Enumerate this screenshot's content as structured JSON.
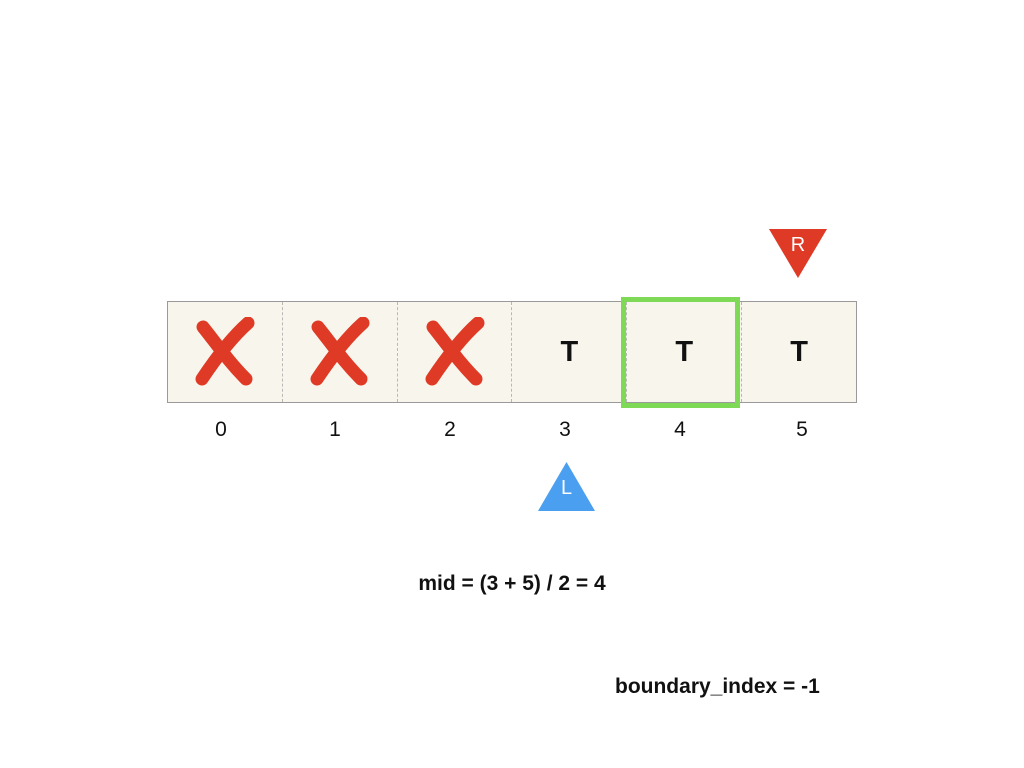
{
  "array": {
    "cells": [
      {
        "index": "0",
        "value": "",
        "crossed": true
      },
      {
        "index": "1",
        "value": "",
        "crossed": true
      },
      {
        "index": "2",
        "value": "",
        "crossed": true
      },
      {
        "index": "3",
        "value": "T",
        "crossed": false
      },
      {
        "index": "4",
        "value": "T",
        "crossed": false
      },
      {
        "index": "5",
        "value": "T",
        "crossed": false
      }
    ],
    "highlighted_index": 4
  },
  "pointers": {
    "left": {
      "label": "L",
      "index": 3,
      "color": "#4a9ff0"
    },
    "right": {
      "label": "R",
      "index": 5,
      "color": "#de3a26"
    }
  },
  "formula": "mid = (3 + 5) / 2 = 4",
  "boundary": "boundary_index = -1",
  "colors": {
    "cell_background": "#f8f6ec",
    "highlight_border": "#7ed957",
    "cross_mark": "#de3a26"
  }
}
